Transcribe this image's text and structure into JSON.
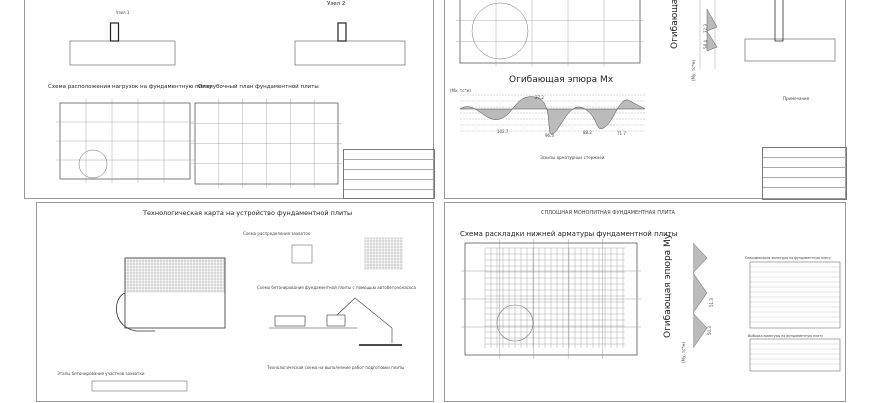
{
  "sheet1": {
    "node1_label": "Узел 1",
    "node2_label": "Узел 2",
    "loads_title": "Схема расположения нагрузок на фундаментную плиту",
    "formwork_title": "Опалубочный план фундаментной плиты"
  },
  "sheet2": {
    "mx_title": "Огибающая эпюра Mx",
    "my_title_partial": "Огибающая эп",
    "mx_unit": "(Mx, тс*м)",
    "my_unit": "(My, тс*м)",
    "mx_values": [
      "27.2",
      "102.7",
      "96.3",
      "88.2",
      "71.7"
    ],
    "my_values": [
      "32.3",
      "58.4"
    ],
    "bars_title": "Эскизы арматурных стержней",
    "notes_title": "Примечания"
  },
  "sheet3": {
    "title": "Технологическая карта на устройство фундаментной плиты",
    "grips_title": "Схема распределения захваток",
    "pump_title": "Схема бетонирования фундаментной плиты с помощью автобетононасоса",
    "prep_title": "Технологическая схема на выполнение работ подготовки плиты",
    "stages_title": "Этапы бетонирования участков захватки"
  },
  "sheet4": {
    "header": "СПЛОШНАЯ МОНОЛИТНАЯ ФУНДАМЕНТНАЯ ПЛИТА",
    "title": "Схема раскладки нижней арматуры фундаментной плиты",
    "my_title": "Огибающая эпюра My",
    "my_unit": "(My, тс*м)",
    "my_values": [
      "51.3",
      "50.3"
    ],
    "spec_title": "Спецификация арматуры на фундаментную плиту",
    "selection_title": "Выборка арматуры на фундаментную плиту"
  }
}
